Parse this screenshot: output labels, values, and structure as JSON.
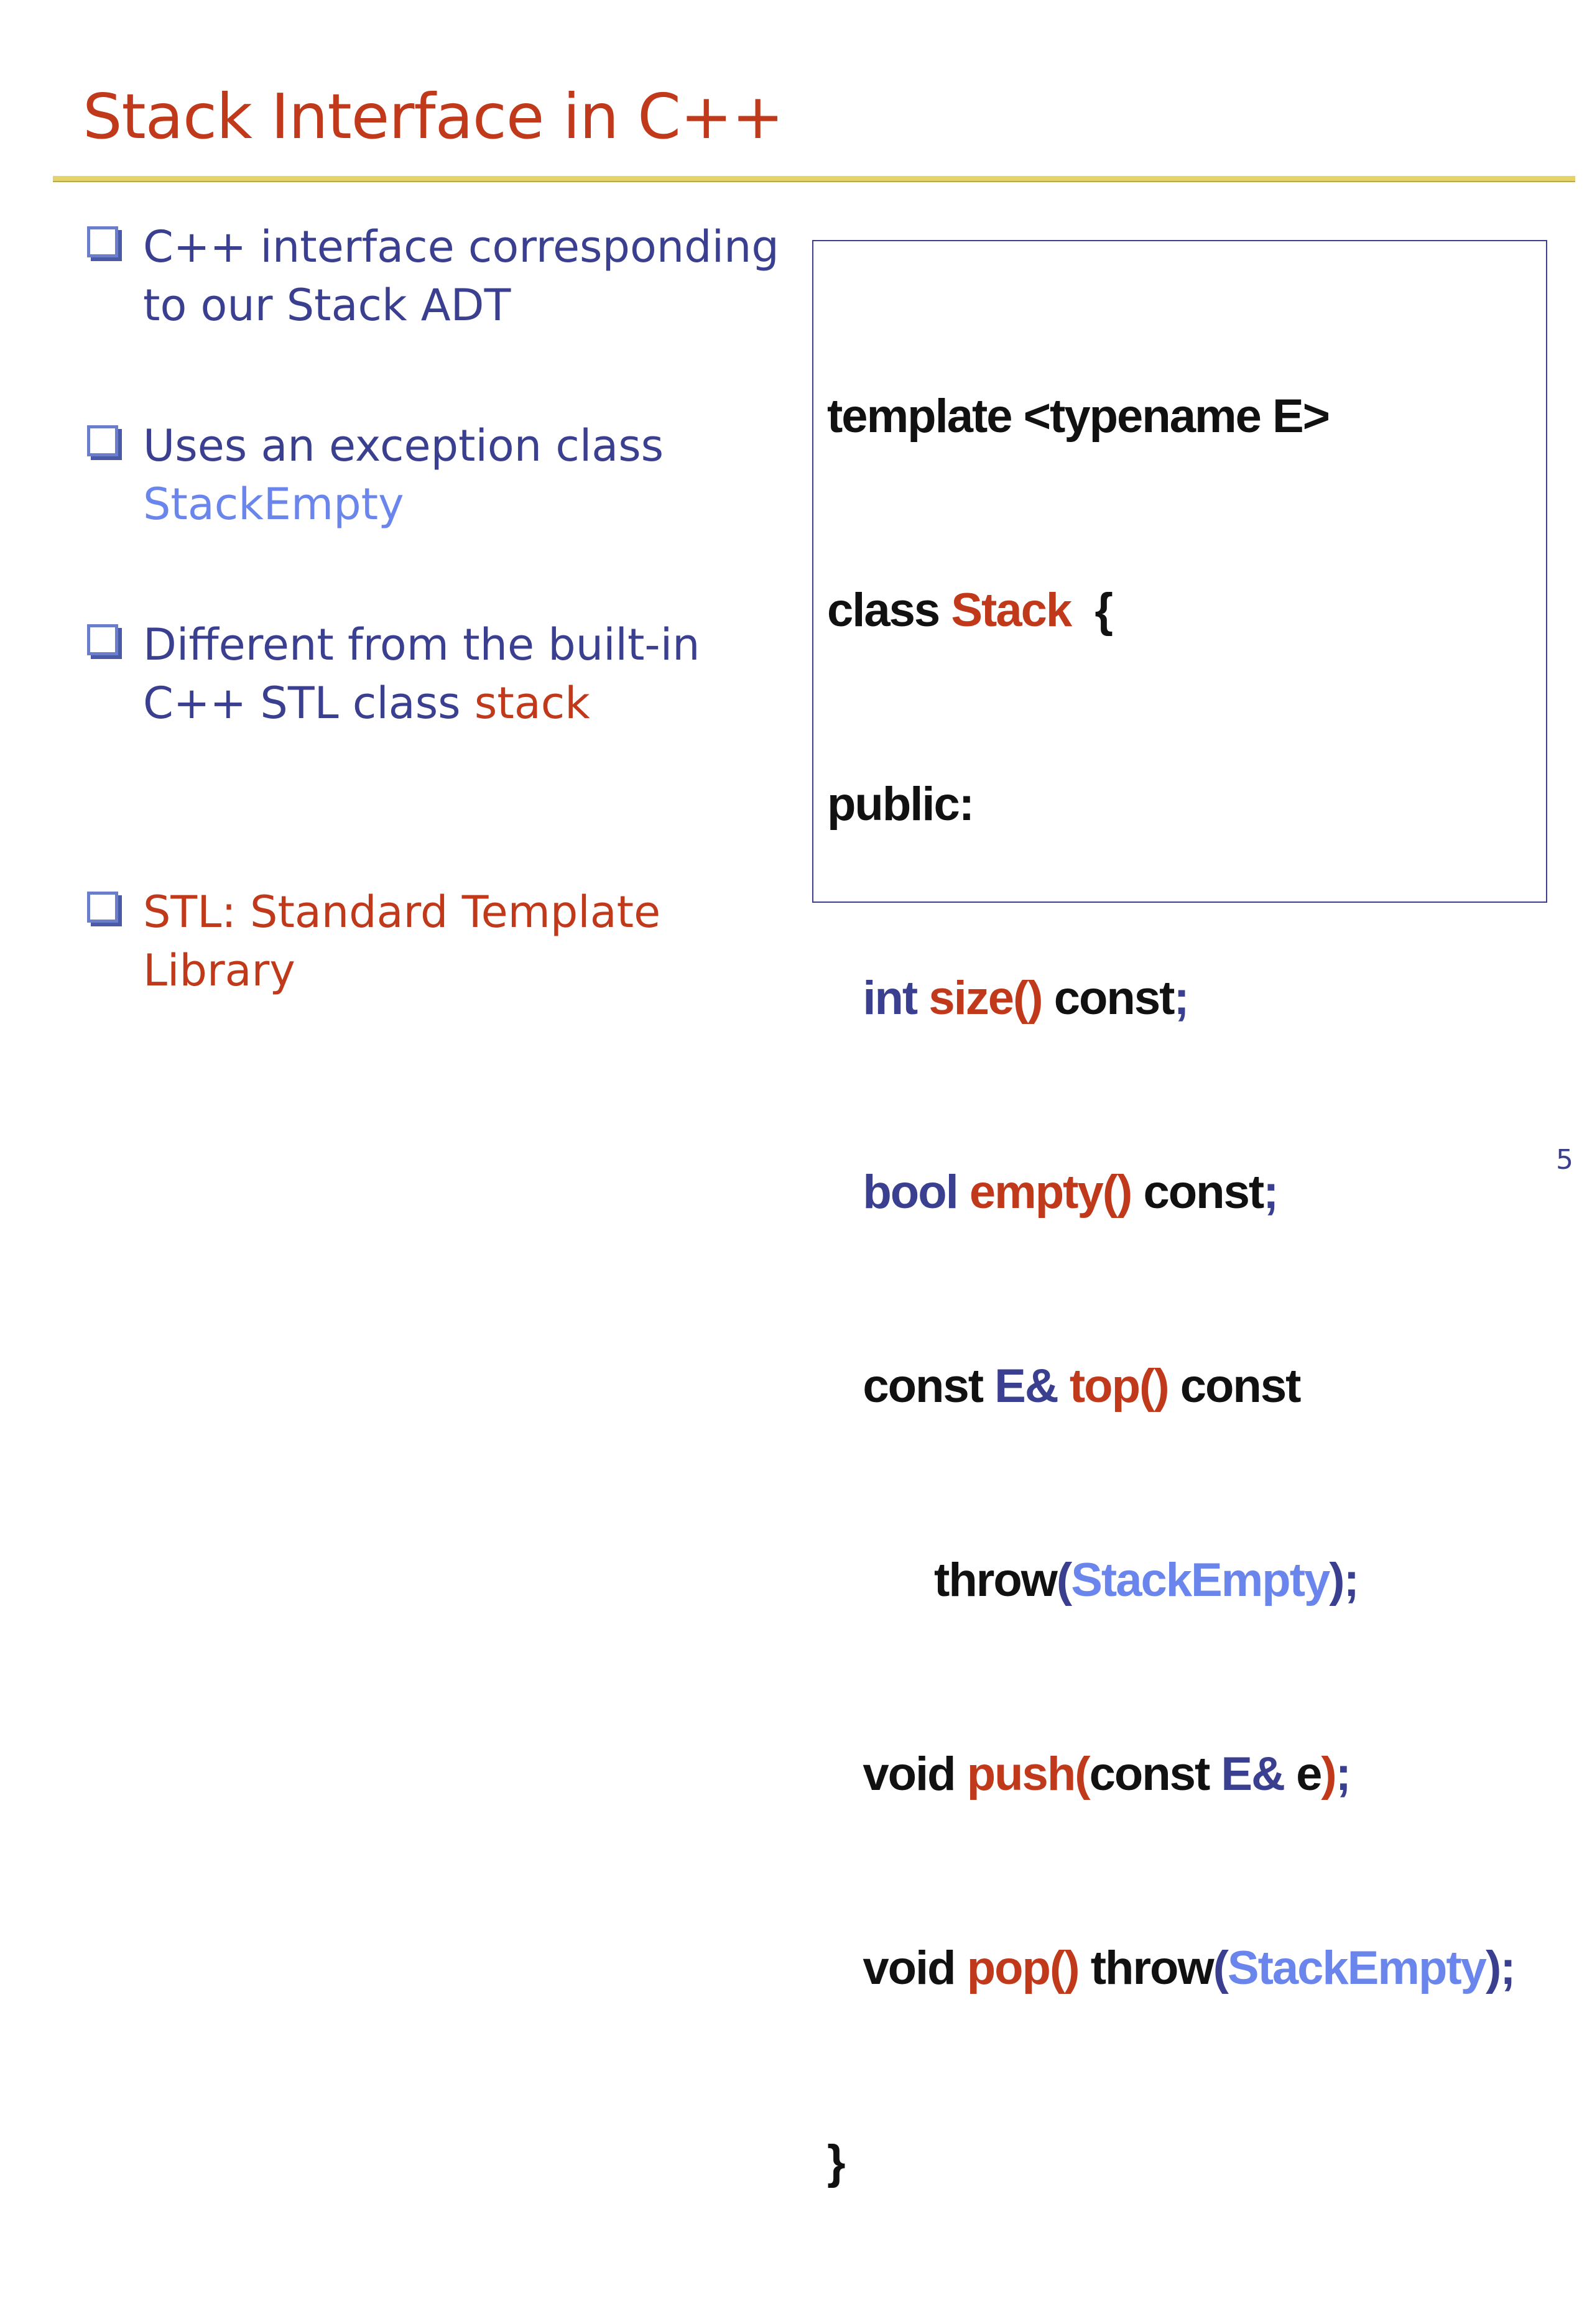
{
  "title": "Stack Interface in C++",
  "bullets": [
    {
      "line1": "C++ interface corresponding",
      "line2": "to our Stack ADT"
    },
    {
      "line1": "Uses an exception class",
      "line2_highlight": "StackEmpty"
    },
    {
      "line1": "Different from the built-in",
      "line2_a": "C++ STL class ",
      "line2_highlight": "stack"
    },
    {
      "line1": "STL: Standard Template",
      "line2": "Library"
    }
  ],
  "code": {
    "l1": "template <typename E>",
    "l2_a": "class ",
    "l2_b": "Stack",
    "l2_c": "  {",
    "l3": "public:",
    "l4_a": "   ",
    "l4_b": "int ",
    "l4_c": "size()",
    "l4_d": " const",
    "l4_e": ";",
    "l5_a": "   ",
    "l5_b": "bool ",
    "l5_c": "empty()",
    "l5_d": " const",
    "l5_e": ";",
    "l6_a": "   const ",
    "l6_b": "E&",
    "l6_c": " top()",
    "l6_d": " const",
    "l7_a": "         throw",
    "l7_b": "(",
    "l7_c": "StackEmpty",
    "l7_d": ");",
    "l8_a": "   void ",
    "l8_b": "push(",
    "l8_c": "const ",
    "l8_d": "E&",
    "l8_e": " e",
    "l8_f": ")",
    "l8_g": ";",
    "l9_a": "   void ",
    "l9_b": "pop()",
    "l9_c": " throw",
    "l9_d": "(",
    "l9_e": "StackEmpty",
    "l9_f": ");",
    "l10": "}"
  },
  "page_number": "5",
  "colors": {
    "title": "#c0391b",
    "body_text": "#3a3f8f",
    "highlight_red": "#c0391b",
    "highlight_blue": "#6a86ec",
    "rule": "#e3d36a"
  }
}
